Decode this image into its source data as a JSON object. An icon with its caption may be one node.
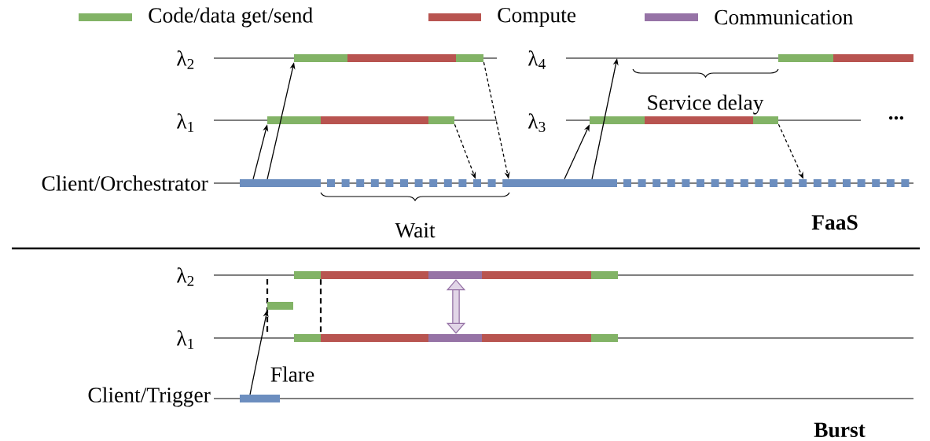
{
  "diagram": {
    "nodes": [
      {
        "text": [],
        "shape": "bar"
      },
      {
        "text": [],
        "shape": "bar"
      },
      {
        "text": [],
        "shape": "bar"
      },
      {
        "text": [],
        "shape": "bar"
      },
      {
        "text": [],
        "shape": "bar"
      },
      {
        "text": [],
        "shape": "bar"
      },
      {
        "text": [],
        "shape": "bar"
      },
      {
        "text": [],
        "shape": "bar"
      },
      {
        "text": [],
        "shape": "bar"
      },
      {
        "text": [],
        "shape": "bar"
      },
      {
        "text": [],
        "shape": "bar"
      },
      {
        "text": [],
        "shape": "bar"
      }
    ],
    "edges": [
      {
        "from": 0,
        "to": 4,
        "arrow": "to"
      },
      {
        "from": 0,
        "to": 5,
        "arrow": "to"
      },
      {
        "from": 4,
        "to": 1,
        "arrow": "to",
        "style": "dashed"
      },
      {
        "from": 5,
        "to": 2,
        "arrow": "to",
        "style": "dashed"
      },
      {
        "from": 2,
        "to": 6,
        "arrow": "to"
      },
      {
        "from": 2,
        "to": null,
        "arrow": "to"
      },
      {
        "from": 6,
        "to": 3,
        "arrow": "to",
        "style": "dashed"
      },
      {
        "from": 8,
        "to": 9,
        "arrow": "to",
        "label": "Flare"
      },
      {
        "from": 10,
        "to": 11,
        "arrow": "none",
        "style": "dashed"
      },
      {
        "from": 10,
        "to": 11,
        "arrow": "both",
        "style": "thick",
        "color": "#9673a6"
      }
    ],
    "labels": [
      "λ$_{2}$",
      "λ$_{1}$",
      "Client/Orchestrator",
      "λ$_{4}$",
      "λ$_{3}$",
      "Service delay",
      "...",
      "Wait",
      "FaaS",
      "λ$_{2}$",
      "λ$_{1}$",
      "Client/Trigger",
      "Burst"
    ],
    "legend": [
      {
        "text": "Code/data get/send",
        "color": "#82b366"
      },
      {
        "text": "Compute",
        "color": "#b85450"
      },
      {
        "text": "Communication",
        "color": "#9673a6"
      }
    ]
  }
}
